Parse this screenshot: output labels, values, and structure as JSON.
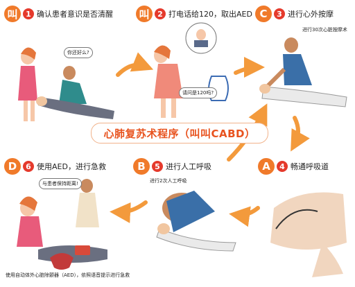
{
  "header": {
    "title": "心肺复苏术程序（叫叫CABD）"
  },
  "steps": [
    {
      "letter": "叫",
      "number": "1",
      "title": "确认患者意识是否清醒",
      "bubbles": [
        "你还好么?"
      ]
    },
    {
      "letter": "叫",
      "number": "2",
      "title": "打电话给120，取出AED",
      "bubbles": [
        "请问是120吗?"
      ]
    },
    {
      "letter": "C",
      "number": "3",
      "title": "进行心外按摩",
      "note": "进行30次心脏按摩术"
    },
    {
      "letter": "A",
      "number": "4",
      "title": "畅通呼吸道"
    },
    {
      "letter": "B",
      "number": "5",
      "title": "进行人工呼吸",
      "note": "进行2次人工呼吸"
    },
    {
      "letter": "D",
      "number": "6",
      "title": "使用AED，进行急救",
      "bubbles": [
        "与患者保持距离!"
      ],
      "caption": "使用自动体外心脏除颤器（AED），依照语音提示进行急救"
    }
  ],
  "colors": {
    "accent_orange": "#f07a2a",
    "number_red": "#e53a2c",
    "arrow_orange": "#f39a3c",
    "title_red": "#e8531f"
  }
}
